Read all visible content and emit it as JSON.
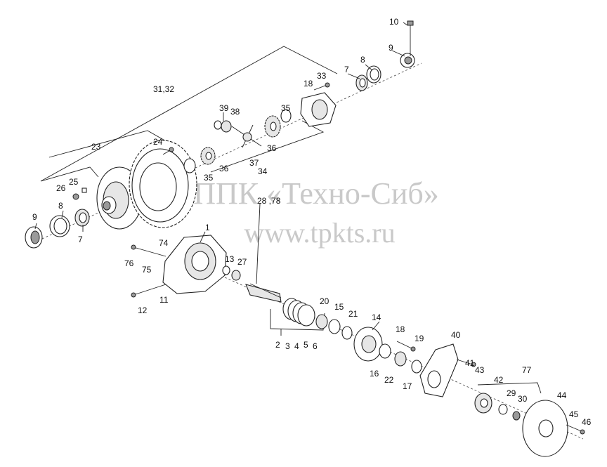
{
  "watermark": {
    "line1": "ППК «Техно-Сиб»",
    "line2": "www.tpkts.ru"
  },
  "labels": {
    "p10": "10",
    "p9a": "9",
    "p8a": "8",
    "p7a": "7",
    "p18a": "18",
    "p33": "33",
    "p3132": "31,32",
    "p39": "39",
    "p38": "38",
    "p35a": "35",
    "p36a": "36",
    "p23": "23",
    "p24": "24",
    "p36b": "36",
    "p35b": "35",
    "p37": "37",
    "p34": "34",
    "p26": "26",
    "p25": "25",
    "p9b": "9",
    "p8b": "8",
    "p7b": "7",
    "p2878": "28 ,78",
    "p1": "1",
    "p74": "74",
    "p76": "76",
    "p75": "75",
    "p13": "13",
    "p27": "27",
    "p12": "12",
    "p11": "11",
    "p20": "20",
    "p15": "15",
    "p21": "21",
    "p14": "14",
    "p2": "2",
    "p3": "3",
    "p4": "4",
    "p5": "5",
    "p6": "6",
    "p18b": "18",
    "p19": "19",
    "p16": "16",
    "p22": "22",
    "p17": "17",
    "p40": "40",
    "p41": "41",
    "p43": "43",
    "p77": "77",
    "p42": "42",
    "p29": "29",
    "p30": "30",
    "p44": "44",
    "p45": "45",
    "p46": "46"
  }
}
